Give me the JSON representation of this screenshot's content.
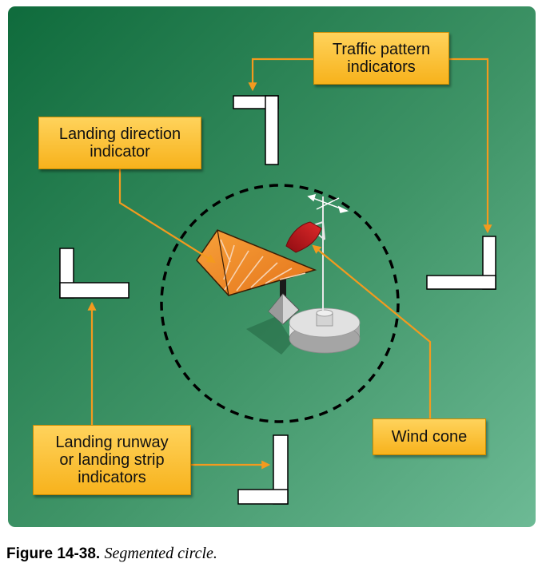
{
  "labels": {
    "traffic_pattern": "Traffic pattern\nindicators",
    "landing_direction": "Landing direction\nindicator",
    "landing_runway": "Landing runway\nor landing strip\nindicators",
    "wind_cone": "Wind cone"
  },
  "caption": {
    "figure_number": "Figure 14-38.",
    "title": "Segmented circle."
  },
  "colors": {
    "background_start": "#0f6b3c",
    "background_end": "#6dba95",
    "label_fill": "#ffc53a",
    "leader_line": "#f39a1e",
    "tetrahedron": "#f28a25",
    "wind_cone": "#c4161c"
  }
}
